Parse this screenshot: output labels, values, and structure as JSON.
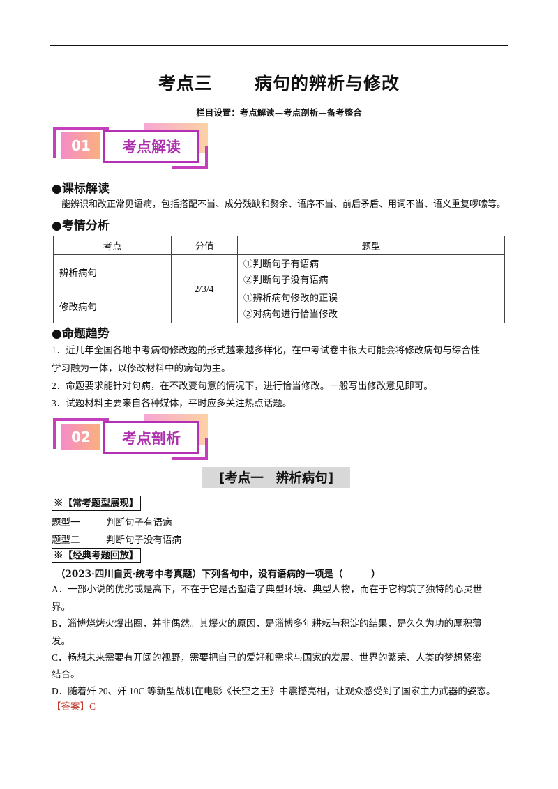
{
  "header": {
    "title_left": "考点三",
    "title_right": "病句的辨析与修改",
    "subtitle": "栏目设置：考点解读—考点剖析—备考整合"
  },
  "section1": {
    "num": "01",
    "label": "考点解读"
  },
  "section2": {
    "num": "02",
    "label": "考点剖析"
  },
  "standards": {
    "heading": "●课标解读",
    "text": "能辨识和改正常见语病，包括搭配不当、成分残缺和赘余、语序不当、前后矛盾、用词不当、语义重复啰嗦等。"
  },
  "analysis": {
    "heading": "●考情分析",
    "columns": [
      "考点",
      "分值",
      "题型"
    ],
    "score": "2/3/4",
    "rows": [
      {
        "point": "辨析病句",
        "types": [
          "①判断句子有语病",
          "②判断句子没有语病"
        ]
      },
      {
        "point": "修改病句",
        "types": [
          "①辨析病句修改的正误",
          "②对病句进行恰当修改"
        ]
      }
    ]
  },
  "trends": {
    "heading": "●命题趋势",
    "items": [
      "1．近几年全国各地中考病句修改题的形式越来越多样化，在中考试卷中很大可能会将修改病句与综合性",
      "学习融为一体，以修改材料中的病句为主。",
      "2．命题要求能针对句病，在不改变句意的情况下，进行恰当修改。一般写出修改意见即可。",
      "3．试题材料主要来自各种媒体，平时应多关注热点话题。"
    ]
  },
  "subsection": {
    "label_a": "[考点一",
    "label_b": "辨析病句]"
  },
  "common_types": {
    "label": "※【常考题型展现】",
    "rows": [
      {
        "k": "题型一",
        "v": "判断句子有语病"
      },
      {
        "k": "题型二",
        "v": "判断句子没有语病"
      }
    ]
  },
  "classic": {
    "label": "※【经典考题回放】",
    "stem": "（2023·四川自贡·统考中考真题）下列各句中，没有语病的一项是（　　　）",
    "options": [
      "A．一部小说的优劣或是高下，不在于它是否塑造了典型环境、典型人物，而在于它构筑了独特的心灵世",
      "界。",
      "B．淄博烧烤火爆出圈，并非偶然。其爆火的原因，是淄博多年耕耘与积淀的结果，是久久为功的厚积薄",
      "发。",
      "C．畅想未来需要有开阔的视野，需要把自己的爱好和需求与国家的发展、世界的繁荣、人类的梦想紧密",
      "结合。",
      "D．随着歼 20、歼 10C 等新型战机在电影《长空之王》中震撼亮相，让观众感受到了国家主力武器的姿态。"
    ],
    "answer": "【答案】C"
  }
}
